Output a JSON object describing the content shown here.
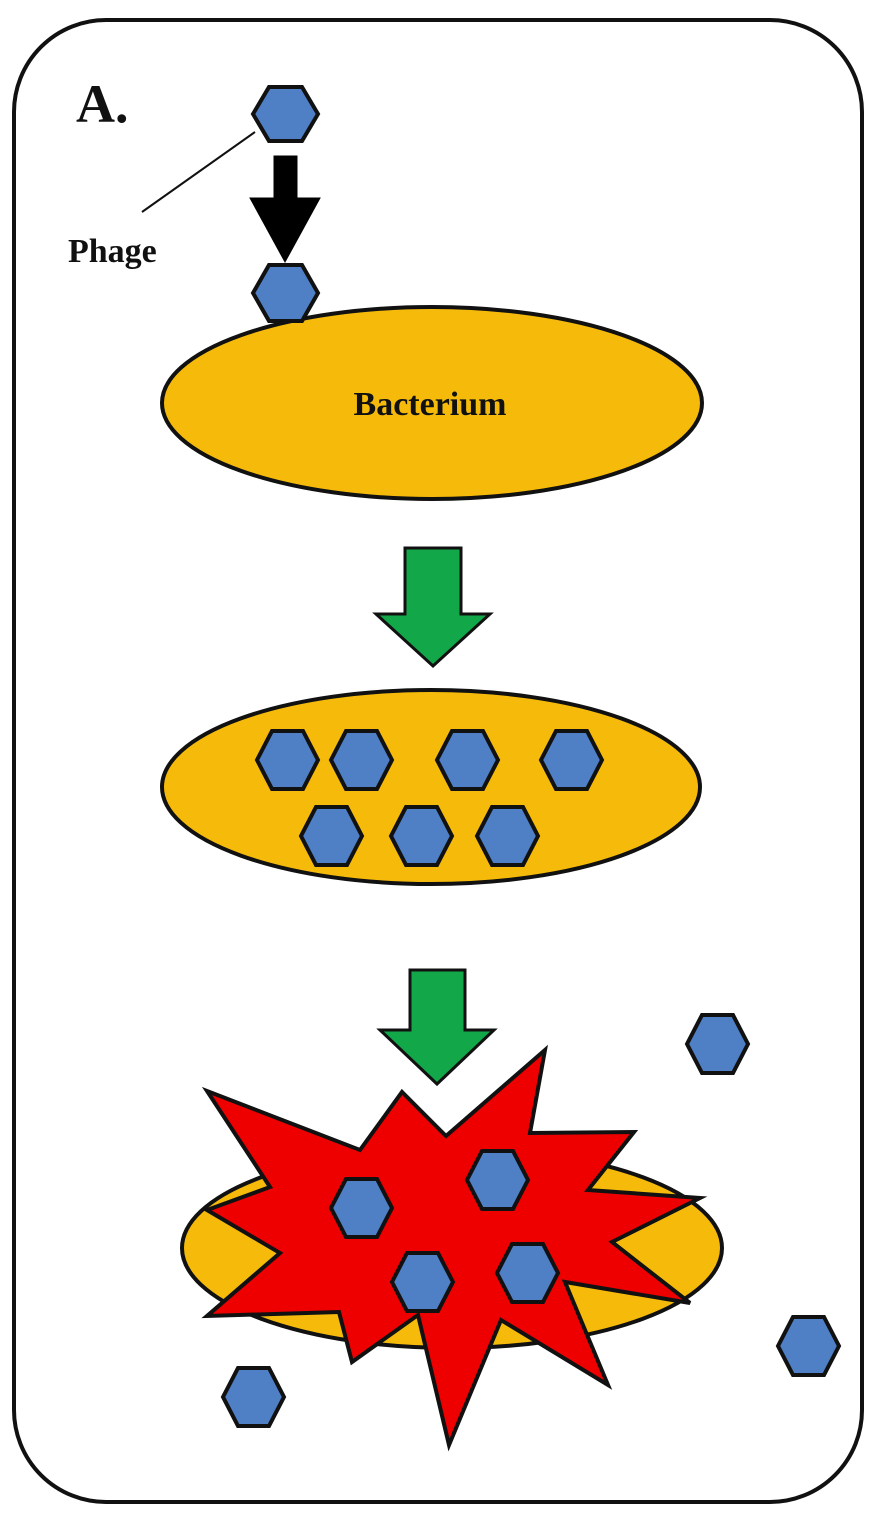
{
  "panel_label": "A.",
  "phage_label": "Phage",
  "bacterium_label": "Bacterium",
  "colors": {
    "phage_fill": "#4f7fc4",
    "bacterium_fill": "#f6bb0a",
    "burst_fill": "#ee0000",
    "stage_arrow_fill": "#12a84a",
    "adsorption_arrow_fill": "#000000",
    "outline": "#111111"
  },
  "stages": [
    {
      "id": "adsorption",
      "phage_count": 1
    },
    {
      "id": "replication",
      "phage_count": 7
    },
    {
      "id": "lysis",
      "phage_count_inside": 4,
      "phage_count_released": 3
    }
  ]
}
